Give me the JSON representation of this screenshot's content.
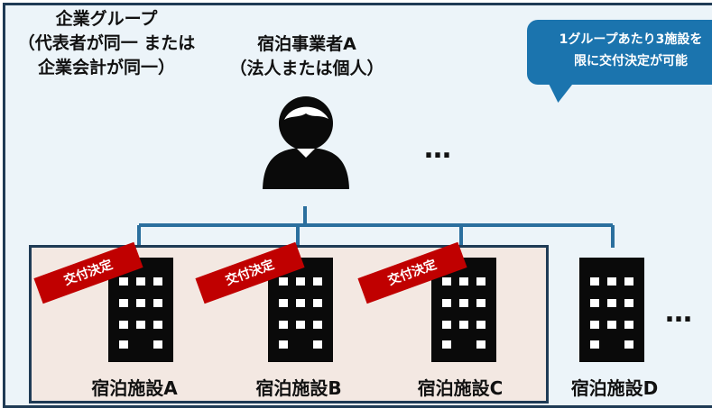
{
  "group": {
    "line1": "企業グループ",
    "line2": "（代表者が同一 または",
    "line3": "企業会計が同一）"
  },
  "operator": {
    "line1": "宿泊事業者A",
    "line2": "（法人または個人）"
  },
  "callout": {
    "line1": "1グループあたり3施設を",
    "line2": "限に交付決定が可能"
  },
  "ellipsis": "…",
  "stamp_text": "交付決定",
  "facilities": [
    {
      "label": "宿泊施設A",
      "approved": true
    },
    {
      "label": "宿泊施設B",
      "approved": true
    },
    {
      "label": "宿泊施設C",
      "approved": true
    },
    {
      "label": "宿泊施設D",
      "approved": false
    }
  ],
  "colors": {
    "background": "#ecf4f9",
    "frame": "#1f3b55",
    "callout": "#1b74ae",
    "stamp": "#c00000",
    "connector": "#2b6f9e"
  }
}
